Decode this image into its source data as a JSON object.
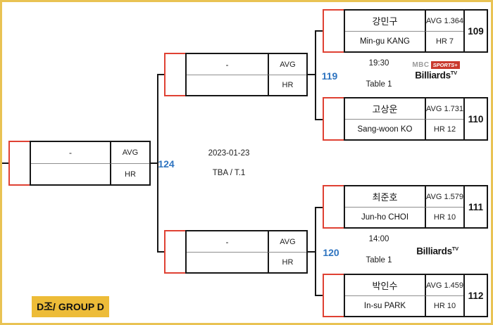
{
  "group_label": {
    "text": "D조/ GROUP D"
  },
  "colors": {
    "accent_red": "#df4133",
    "match_no_blue": "#2e74c0",
    "frame_gold": "#e9c353",
    "label_gold": "#edbc38"
  },
  "final": {
    "match_no": "124",
    "date": "2023-01-23",
    "venue": "TBA / T.1",
    "slot": {
      "name_top": "-",
      "name_bottom": "",
      "stat_top": "AVG",
      "stat_bottom": "HR"
    }
  },
  "semifinals": [
    {
      "slot": {
        "name_top": "-",
        "name_bottom": "",
        "stat_top": "AVG",
        "stat_bottom": "HR"
      }
    },
    {
      "slot": {
        "name_top": "-",
        "name_bottom": "",
        "stat_top": "AVG",
        "stat_bottom": "HR"
      }
    }
  ],
  "matches": [
    {
      "match_no": "119",
      "time": "19:30",
      "table": "Table 1",
      "broadcasters": [
        "MBC SPORTS+",
        "Billiards TV"
      ],
      "players": [
        {
          "name_kr": "강민구",
          "name_en": "Min-gu KANG",
          "avg": "AVG 1.364",
          "hr": "HR 7",
          "seed": "109"
        },
        {
          "name_kr": "고상운",
          "name_en": "Sang-woon KO",
          "avg": "AVG 1.731",
          "hr": "HR 12",
          "seed": "110"
        }
      ]
    },
    {
      "match_no": "120",
      "time": "14:00",
      "table": "Table 1",
      "broadcasters": [
        "Billiards TV"
      ],
      "players": [
        {
          "name_kr": "최준호",
          "name_en": "Jun-ho CHOI",
          "avg": "AVG 1.579",
          "hr": "HR 10",
          "seed": "111"
        },
        {
          "name_kr": "박인수",
          "name_en": "In-su PARK",
          "avg": "AVG 1.459",
          "hr": "HR 10",
          "seed": "112"
        }
      ]
    }
  ],
  "logos": {
    "mbc_text": "MBC",
    "mbc_badge": "SPORTS+",
    "billiards_text": "Billiards",
    "billiards_sup": "TV"
  }
}
